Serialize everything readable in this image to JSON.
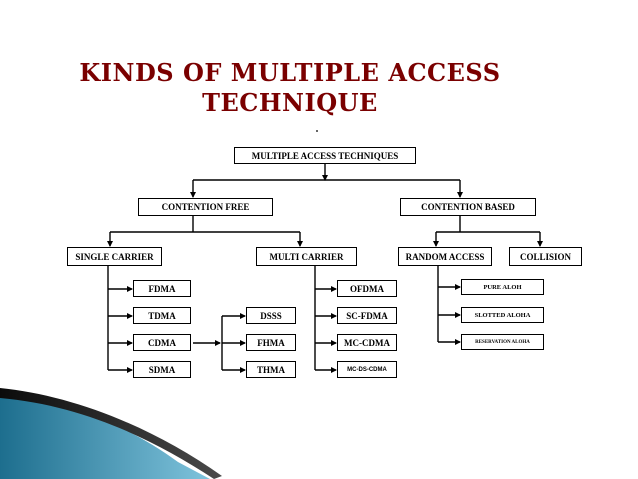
{
  "slide": {
    "title_line1": "KINDS OF MULTIPLE ACCESS",
    "title_line2": "TECHNIQUE",
    "title_color": "#7a0000"
  },
  "diagram": {
    "root": "MULTIPLE ACCESS TECHNIQUES",
    "contention_free": "CONTENTION FREE",
    "contention_based": "CONTENTION BASED",
    "single_carrier": "SINGLE CARRIER",
    "multi_carrier": "MULTI CARRIER",
    "random_access": "RANDOM ACCESS",
    "collision": "COLLISION",
    "single_items": [
      "FDMA",
      "TDMA",
      "CDMA",
      "SDMA"
    ],
    "cdma_items": [
      "DSSS",
      "FHMA",
      "THMA"
    ],
    "multi_items": [
      "OFDMA",
      "SC-FDMA",
      "MC-CDMA",
      "MC-DS-CDMA"
    ],
    "random_items": [
      "PURE ALOH",
      "SLOTTED ALOHA",
      "RESERVATION ALOHA"
    ]
  }
}
